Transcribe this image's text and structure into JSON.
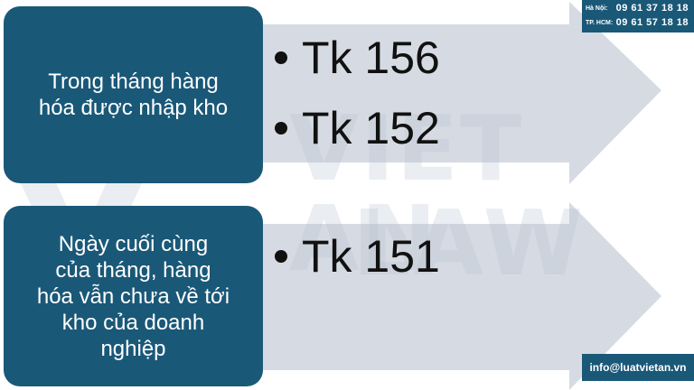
{
  "rows": [
    {
      "box_lines": [
        "Trong tháng hàng",
        "hóa được nhập kho"
      ],
      "bullets": [
        "Tk 156",
        "Tk 152"
      ]
    },
    {
      "box_lines": [
        "Ngày cuối cùng",
        "của tháng, hàng",
        "hóa vẫn chưa về tới",
        "kho của doanh",
        "nghiệp"
      ],
      "bullets": [
        "Tk 151"
      ]
    }
  ],
  "watermark": {
    "line1": "VIET AN",
    "line2": "LAW"
  },
  "contact": {
    "hanoi_label": "Hà Nội:",
    "hanoi_phone": "09 61 37 18 18",
    "hcm_label": "TP. HCM:",
    "hcm_phone": "09 61 57 18 18"
  },
  "email": "info@luatvietan.vn",
  "colors": {
    "box": "#1a5878",
    "arrow": "#d6dbe3",
    "text": "#111111"
  }
}
